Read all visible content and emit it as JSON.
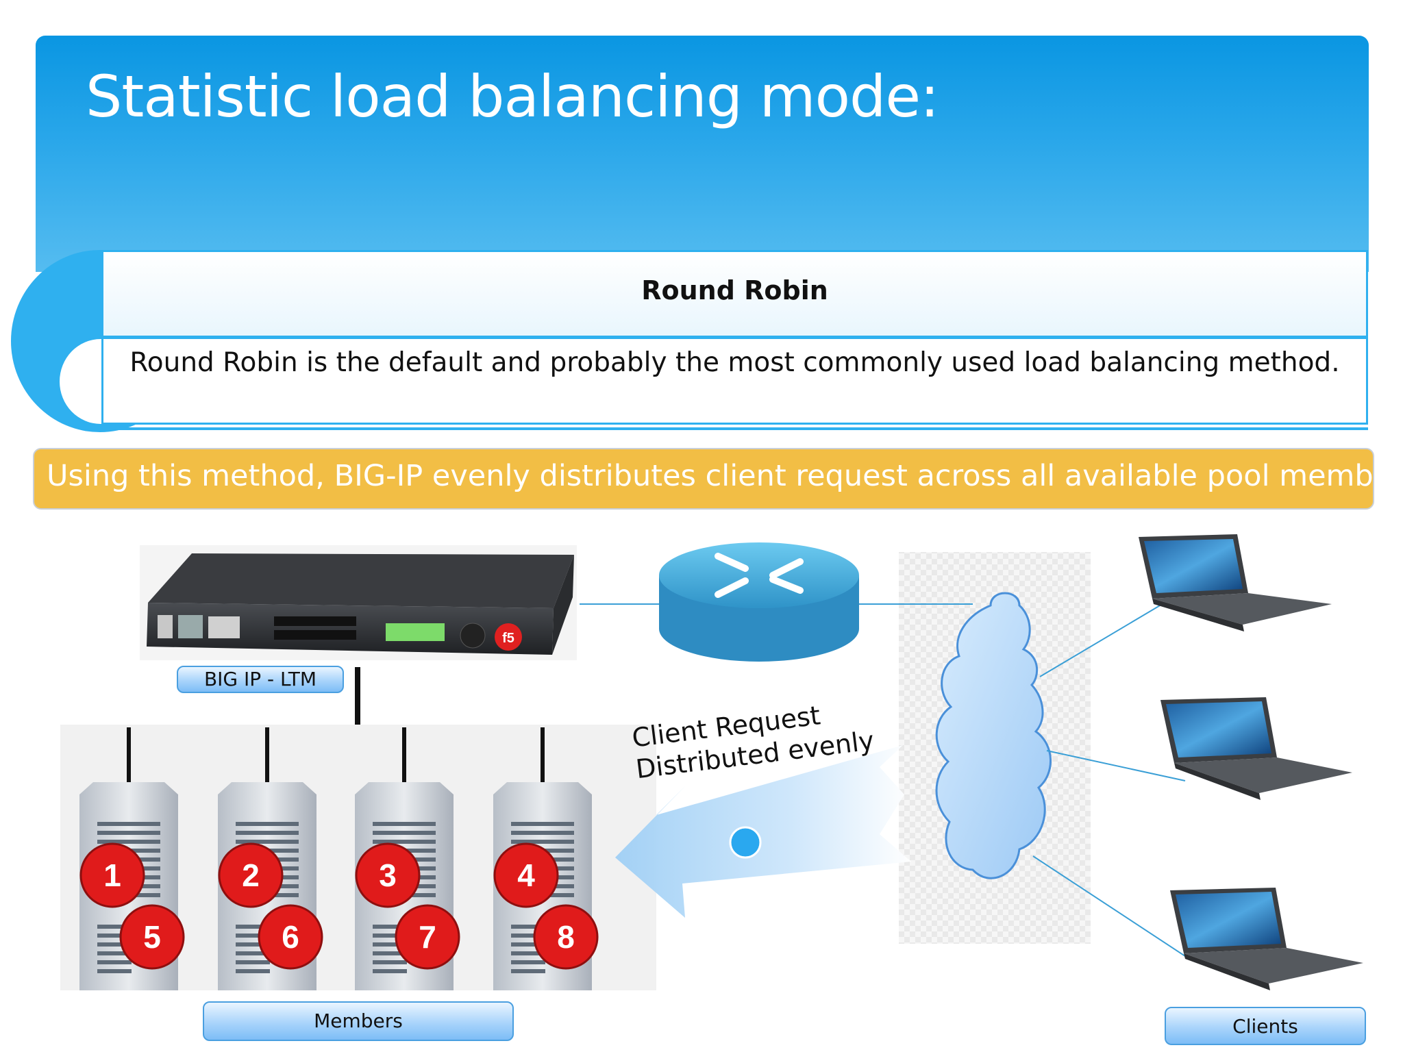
{
  "title": "Statistic load balancing mode:",
  "method": {
    "name": "Round Robin",
    "description": "Round Robin is the default and probably the most commonly used load balancing method."
  },
  "banner": "Using this method, BIG-IP evenly distributes client request across all available pool members.",
  "diagram": {
    "device_label": "BIG IP - LTM",
    "members_label": "Members",
    "clients_label": "Clients",
    "flow_caption_line1": "Client Request",
    "flow_caption_line2": "Distributed evenly",
    "server_numbers_top": [
      "1",
      "2",
      "3",
      "4"
    ],
    "server_numbers_bottom": [
      "5",
      "6",
      "7",
      "8"
    ],
    "colors": {
      "header": "#2aa7ea",
      "accent": "#2fb0ef",
      "banner": "#f2be45",
      "badge": "#e01b1b"
    }
  }
}
